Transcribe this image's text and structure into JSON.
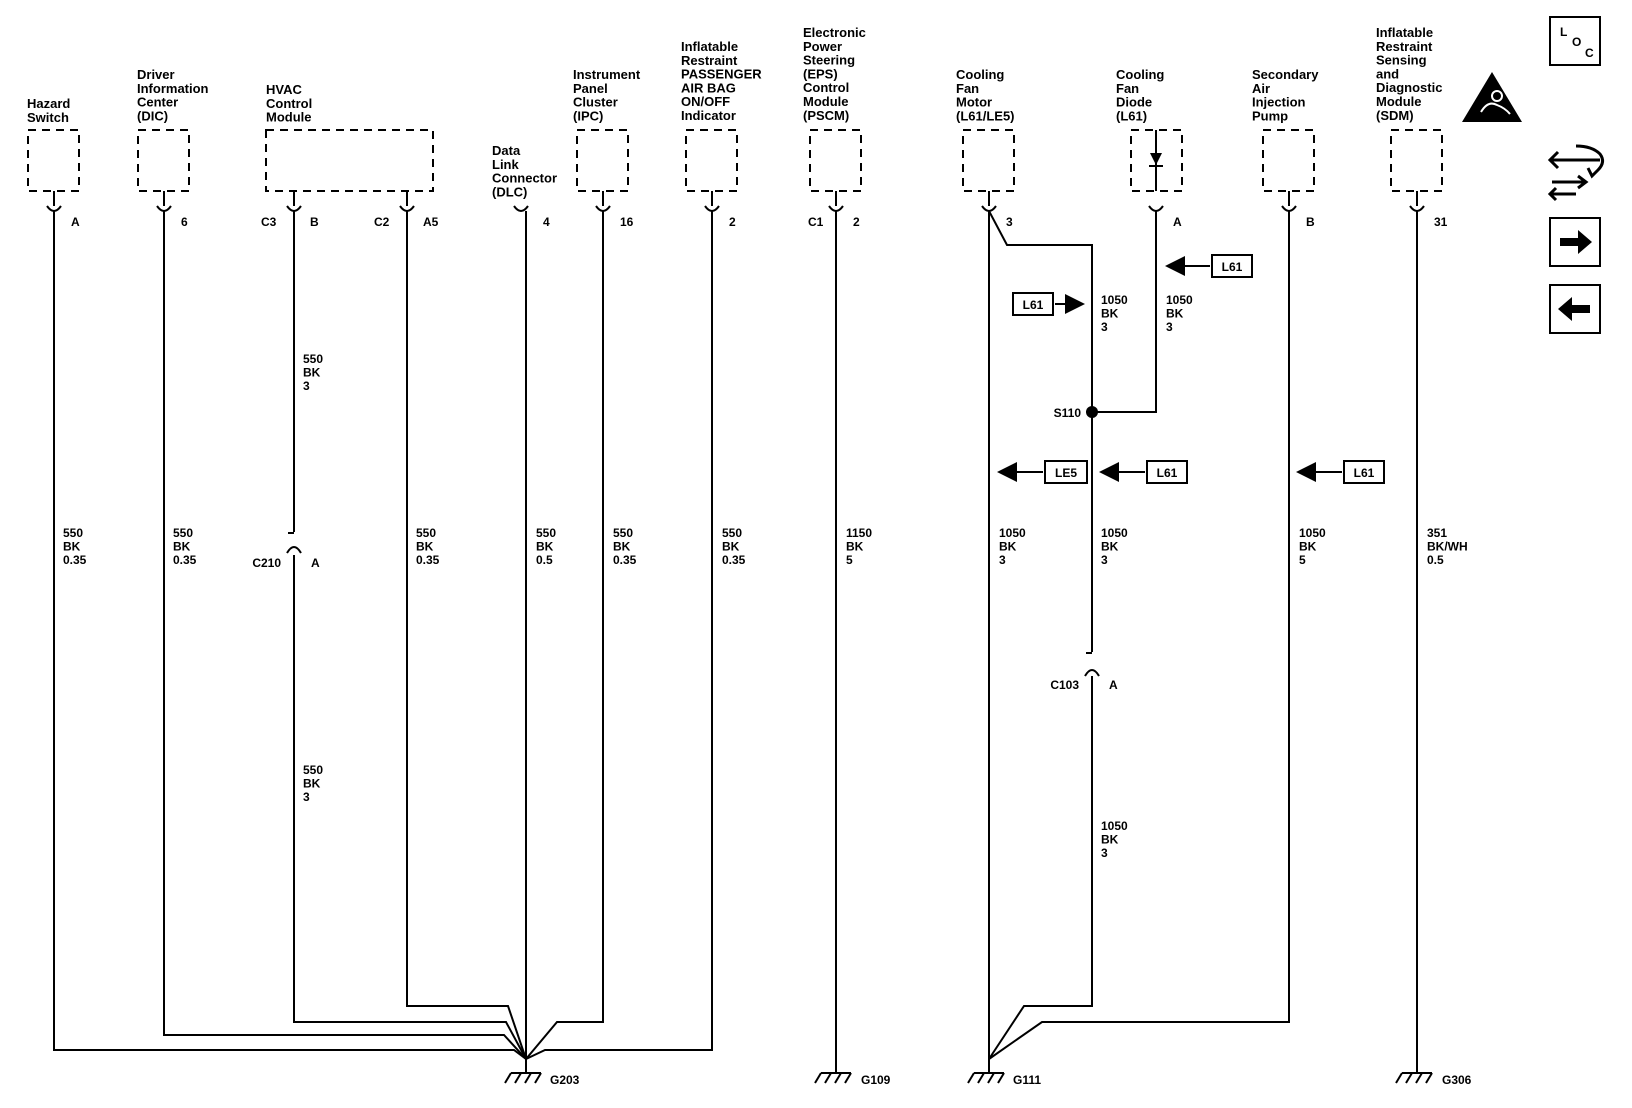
{
  "components": [
    {
      "id": "hazard",
      "title": [
        "Hazard",
        "Switch"
      ]
    },
    {
      "id": "dic",
      "title": [
        "Driver",
        "Information",
        "Center",
        "(DIC)"
      ]
    },
    {
      "id": "hvac",
      "title": [
        "HVAC",
        "Control",
        "Module"
      ]
    },
    {
      "id": "dlc",
      "title": [
        "Data",
        "Link",
        "Connector",
        "(DLC)"
      ]
    },
    {
      "id": "ipc",
      "title": [
        "Instrument",
        "Panel",
        "Cluster",
        "(IPC)"
      ]
    },
    {
      "id": "airbag",
      "title": [
        "Inflatable",
        "Restraint",
        "PASSENGER",
        "AIR BAG",
        "ON/OFF",
        "Indicator"
      ]
    },
    {
      "id": "pscm",
      "title": [
        "Electronic",
        "Power",
        "Steering",
        "(EPS)",
        "Control",
        "Module",
        "(PSCM)"
      ]
    },
    {
      "id": "fan",
      "title": [
        "Cooling",
        "Fan",
        "Motor",
        "(L61/LE5)"
      ]
    },
    {
      "id": "diode",
      "title": [
        "Cooling",
        "Fan",
        "Diode",
        "(L61)"
      ]
    },
    {
      "id": "air",
      "title": [
        "Secondary",
        "Air",
        "Injection",
        "Pump"
      ]
    },
    {
      "id": "sdm",
      "title": [
        "Inflatable",
        "Restraint",
        "Sensing",
        "and",
        "Diagnostic",
        "Module",
        "(SDM)"
      ]
    }
  ],
  "pins": {
    "hazard": "A",
    "dic": "6",
    "hvac_c3": "C3",
    "hvac_b": "B",
    "hvac_c2": "C2",
    "hvac_a5": "A5",
    "dlc": "4",
    "ipc": "16",
    "airbag": "2",
    "pscm_c1": "C1",
    "pscm": "2",
    "fan": "3",
    "diode": "A",
    "air": "B",
    "sdm": "31"
  },
  "wires": {
    "hazard": [
      "550",
      "BK",
      "0.35"
    ],
    "dic": [
      "550",
      "BK",
      "0.35"
    ],
    "hvac_upper": [
      "550",
      "BK",
      "3"
    ],
    "hvac_lower": [
      "550",
      "BK",
      "3"
    ],
    "hvac_a5": [
      "550",
      "BK",
      "0.35"
    ],
    "dlc": [
      "550",
      "BK",
      "0.5"
    ],
    "ipc": [
      "550",
      "BK",
      "0.35"
    ],
    "airbag": [
      "550",
      "BK",
      "0.35"
    ],
    "pscm": [
      "1150",
      "BK",
      "5"
    ],
    "fan_upper": [
      "1050",
      "BK",
      "3"
    ],
    "diode": [
      "1050",
      "BK",
      "3"
    ],
    "fan": [
      "1050",
      "BK",
      "3"
    ],
    "mid": [
      "1050",
      "BK",
      "3"
    ],
    "mid_lower": [
      "1050",
      "BK",
      "3"
    ],
    "air": [
      "1050",
      "BK",
      "5"
    ],
    "sdm": [
      "351",
      "BK/WH",
      "0.5"
    ]
  },
  "connectors": {
    "c210": "C210",
    "c210_pin": "A",
    "c103": "C103",
    "c103_pin": "A",
    "splice": "S110"
  },
  "grounds": {
    "g203": "G203",
    "g109": "G109",
    "g111": "G111",
    "g306": "G306"
  },
  "option_tags": {
    "l61_a": "L61",
    "l61_b": "L61",
    "le5": "LE5",
    "l61_c": "L61",
    "l61_d": "L61"
  },
  "loc_icon": {
    "l": "L",
    "o": "O",
    "c": "C"
  }
}
